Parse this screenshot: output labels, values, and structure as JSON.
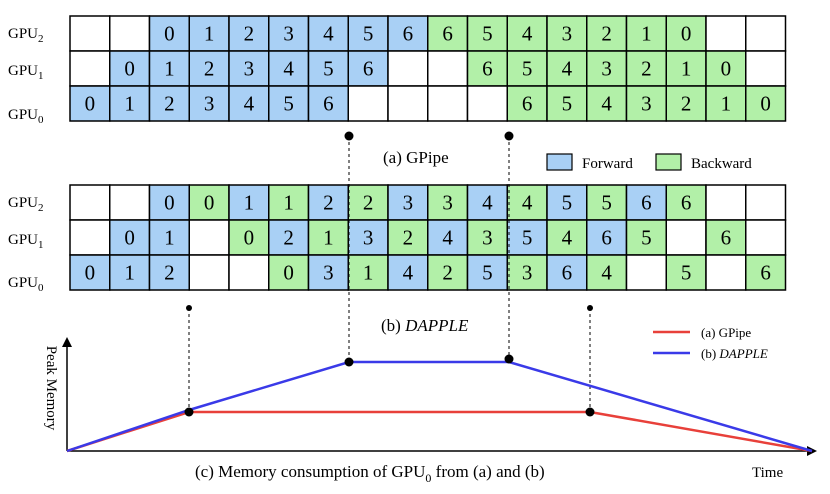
{
  "colors": {
    "forward": "#a9d0f5",
    "backward": "#b2f0a8",
    "empty": "#ffffff",
    "gpipe_line": "#e8403a",
    "dapple_line": "#3a3ae8"
  },
  "labels": {
    "gpu": "GPU",
    "time": "Time",
    "peak_memory": "Peak Memory",
    "caption_a": "(a) GPipe",
    "caption_b_prefix": "(b) ",
    "caption_b_italic": "DAPPLE",
    "caption_c_prefix": "(c) Memory consumption of GPU",
    "caption_c_sub": "0",
    "caption_c_suffix": " from (a) and (b)",
    "legend_forward": "Forward",
    "legend_backward": "Backward",
    "legend_gpipe": "(a) GPipe",
    "legend_dapple_prefix": "(b) ",
    "legend_dapple_italic": "DAPPLE"
  },
  "schedules": {
    "gpipe": {
      "rows": [
        {
          "gpu": "2",
          "cells": [
            [
              "e",
              ""
            ],
            [
              "e",
              ""
            ],
            [
              "f",
              "0"
            ],
            [
              "f",
              "1"
            ],
            [
              "f",
              "2"
            ],
            [
              "f",
              "3"
            ],
            [
              "f",
              "4"
            ],
            [
              "f",
              "5"
            ],
            [
              "f",
              "6"
            ],
            [
              "b",
              "6"
            ],
            [
              "b",
              "5"
            ],
            [
              "b",
              "4"
            ],
            [
              "b",
              "3"
            ],
            [
              "b",
              "2"
            ],
            [
              "b",
              "1"
            ],
            [
              "b",
              "0"
            ],
            [
              "e",
              ""
            ],
            [
              "e",
              ""
            ]
          ]
        },
        {
          "gpu": "1",
          "cells": [
            [
              "e",
              ""
            ],
            [
              "f",
              "0"
            ],
            [
              "f",
              "1"
            ],
            [
              "f",
              "2"
            ],
            [
              "f",
              "3"
            ],
            [
              "f",
              "4"
            ],
            [
              "f",
              "5"
            ],
            [
              "f",
              "6"
            ],
            [
              "e",
              ""
            ],
            [
              "e",
              ""
            ],
            [
              "b",
              "6"
            ],
            [
              "b",
              "5"
            ],
            [
              "b",
              "4"
            ],
            [
              "b",
              "3"
            ],
            [
              "b",
              "2"
            ],
            [
              "b",
              "1"
            ],
            [
              "b",
              "0"
            ],
            [
              "e",
              ""
            ]
          ]
        },
        {
          "gpu": "0",
          "cells": [
            [
              "f",
              "0"
            ],
            [
              "f",
              "1"
            ],
            [
              "f",
              "2"
            ],
            [
              "f",
              "3"
            ],
            [
              "f",
              "4"
            ],
            [
              "f",
              "5"
            ],
            [
              "f",
              "6"
            ],
            [
              "e",
              ""
            ],
            [
              "e",
              ""
            ],
            [
              "e",
              ""
            ],
            [
              "e",
              ""
            ],
            [
              "b",
              "6"
            ],
            [
              "b",
              "5"
            ],
            [
              "b",
              "4"
            ],
            [
              "b",
              "3"
            ],
            [
              "b",
              "2"
            ],
            [
              "b",
              "1"
            ],
            [
              "b",
              "0"
            ]
          ]
        }
      ]
    },
    "dapple": {
      "rows": [
        {
          "gpu": "2",
          "cells": [
            [
              "e",
              ""
            ],
            [
              "e",
              ""
            ],
            [
              "f",
              "0"
            ],
            [
              "b",
              "0"
            ],
            [
              "f",
              "1"
            ],
            [
              "b",
              "1"
            ],
            [
              "f",
              "2"
            ],
            [
              "b",
              "2"
            ],
            [
              "f",
              "3"
            ],
            [
              "b",
              "3"
            ],
            [
              "f",
              "4"
            ],
            [
              "b",
              "4"
            ],
            [
              "f",
              "5"
            ],
            [
              "b",
              "5"
            ],
            [
              "f",
              "6"
            ],
            [
              "b",
              "6"
            ],
            [
              "e",
              ""
            ],
            [
              "e",
              ""
            ]
          ]
        },
        {
          "gpu": "1",
          "cells": [
            [
              "e",
              ""
            ],
            [
              "f",
              "0"
            ],
            [
              "f",
              "1"
            ],
            [
              "e",
              ""
            ],
            [
              "b",
              "0"
            ],
            [
              "f",
              "2"
            ],
            [
              "b",
              "1"
            ],
            [
              "f",
              "3"
            ],
            [
              "b",
              "2"
            ],
            [
              "f",
              "4"
            ],
            [
              "b",
              "3"
            ],
            [
              "f",
              "5"
            ],
            [
              "b",
              "4"
            ],
            [
              "f",
              "6"
            ],
            [
              "b",
              "5"
            ],
            [
              "e",
              ""
            ],
            [
              "b",
              "6"
            ],
            [
              "e",
              ""
            ]
          ]
        },
        {
          "gpu": "0",
          "cells": [
            [
              "f",
              "0"
            ],
            [
              "f",
              "1"
            ],
            [
              "f",
              "2"
            ],
            [
              "e",
              ""
            ],
            [
              "e",
              ""
            ],
            [
              "b",
              "0"
            ],
            [
              "f",
              "3"
            ],
            [
              "b",
              "1"
            ],
            [
              "f",
              "4"
            ],
            [
              "b",
              "2"
            ],
            [
              "f",
              "5"
            ],
            [
              "b",
              "3"
            ],
            [
              "f",
              "6"
            ],
            [
              "b",
              "4"
            ],
            [
              "e",
              ""
            ],
            [
              "b",
              "5"
            ],
            [
              "e",
              ""
            ],
            [
              "b",
              "6"
            ]
          ]
        }
      ]
    }
  }
}
